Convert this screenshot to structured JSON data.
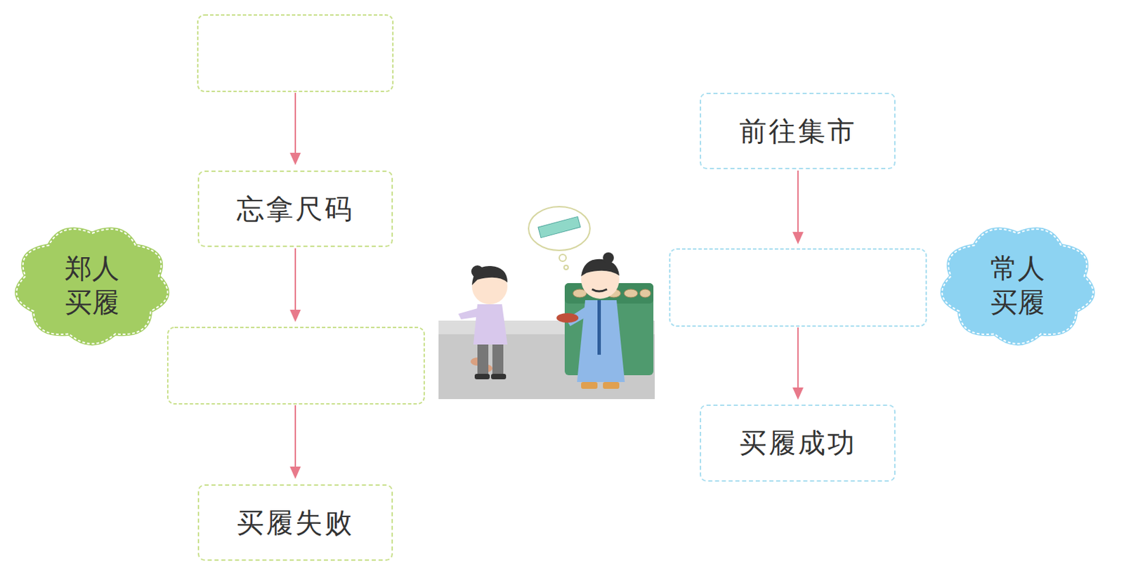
{
  "diagram": {
    "nodes": [
      {
        "text": [
          "忘拿尺码"
        ]
      },
      {
        "text": [
          "买履失败"
        ]
      },
      {
        "text": [
          "郑人 买履"
        ]
      },
      {
        "text": [
          "前往集市"
        ]
      },
      {
        "text": [
          "买履成功"
        ]
      },
      {
        "text": [
          "常人 买履"
        ]
      }
    ]
  }
}
